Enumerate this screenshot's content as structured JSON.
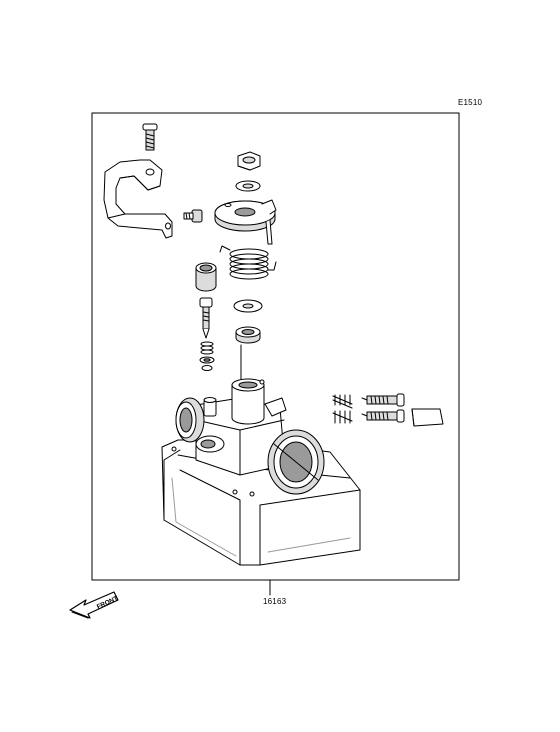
{
  "diagram": {
    "code": "E1510",
    "part_number": "16163",
    "front_label": "FRONT"
  },
  "colors": {
    "line": "#000000",
    "fill": "#ffffff",
    "shade": "#dcdcdc",
    "dark": "#9a9a9a"
  },
  "icons": [
    "front-arrow-icon"
  ]
}
